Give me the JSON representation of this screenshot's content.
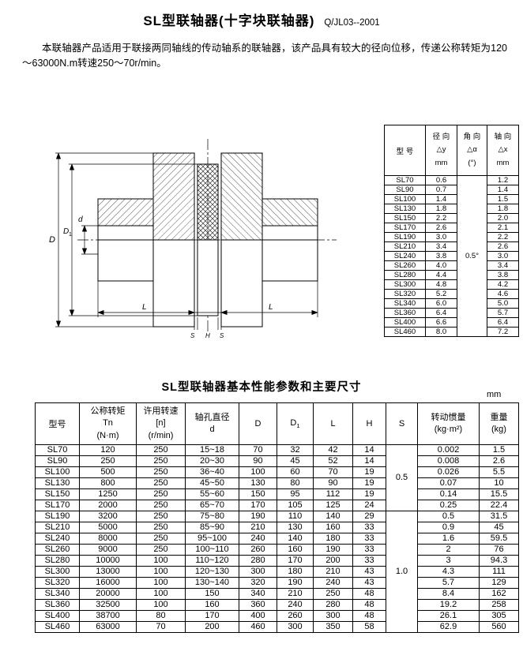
{
  "page": {
    "title": "SL型联轴器(十字块联轴器)",
    "standard_no": "Q/JL03--2001",
    "intro": "本联轴器产品适用于联接两同轴线的传动轴系的联轴器，该产品具有较大的径向位移，传递公称转矩为120～63000N.m转速250～70r/min。"
  },
  "drawing": {
    "dim_D": "D",
    "dim_D1_main": "D",
    "dim_D1_sub": "1",
    "dim_d": "d",
    "dim_L_left": "L",
    "dim_S_left": "S",
    "dim_H": "H",
    "dim_S_right": "S",
    "dim_L_right": "L"
  },
  "tolerance_table": {
    "headers": {
      "model": "型  号",
      "radial": [
        "径 向",
        "△y",
        "mm"
      ],
      "angular": [
        "角 向",
        "△α",
        "(°)"
      ],
      "axial": [
        "轴 向",
        "△x",
        "mm"
      ]
    },
    "angular_value": "0.5°",
    "rows": [
      {
        "model": "SL70",
        "radial": "0.6",
        "axial": "1.2"
      },
      {
        "model": "SL90",
        "radial": "0.7",
        "axial": "1.4"
      },
      {
        "model": "SL100",
        "radial": "1.4",
        "axial": "1.5"
      },
      {
        "model": "SL130",
        "radial": "1.8",
        "axial": "1.8"
      },
      {
        "model": "SL150",
        "radial": "2.2",
        "axial": "2.0"
      },
      {
        "model": "SL170",
        "radial": "2.6",
        "axial": "2.1"
      },
      {
        "model": "SL190",
        "radial": "3.0",
        "axial": "2.2"
      },
      {
        "model": "SL210",
        "radial": "3.4",
        "axial": "2.6"
      },
      {
        "model": "SL240",
        "radial": "3.8",
        "axial": "3.0"
      },
      {
        "model": "SL260",
        "radial": "4.0",
        "axial": "3.4"
      },
      {
        "model": "SL280",
        "radial": "4.4",
        "axial": "3.8"
      },
      {
        "model": "SL300",
        "radial": "4.8",
        "axial": "4.2"
      },
      {
        "model": "SL320",
        "radial": "5.2",
        "axial": "4.6"
      },
      {
        "model": "SL340",
        "radial": "6.0",
        "axial": "5.0"
      },
      {
        "model": "SL360",
        "radial": "6.4",
        "axial": "5.7"
      },
      {
        "model": "SL400",
        "radial": "6.6",
        "axial": "6.4"
      },
      {
        "model": "SL460",
        "radial": "8.0",
        "axial": "7.2"
      }
    ]
  },
  "main_table": {
    "caption": "SL型联轴器基本性能参数和主要尺寸",
    "unit": "mm",
    "headers": {
      "model": "型号",
      "torque": [
        "公称转矩",
        "Tn",
        "(N·m)"
      ],
      "speed": [
        "许用转速",
        "[n]",
        "(r/min)"
      ],
      "bore": [
        "轴孔直径",
        "d"
      ],
      "D": "D",
      "D1_main": "D",
      "D1_sub": "1",
      "L": "L",
      "H": "H",
      "S": "S",
      "inertia": [
        "转动惯量",
        "(kg·m²)"
      ],
      "weight": [
        "重量",
        "(kg)"
      ]
    },
    "s_groups": [
      {
        "value": "0.5",
        "span": 6
      },
      {
        "value": "1.0",
        "span": 11
      }
    ],
    "rows": [
      {
        "model": "SL70",
        "torque": "120",
        "speed": "250",
        "bore": "15~18",
        "D": "70",
        "D1": "32",
        "L": "42",
        "H": "14",
        "inertia": "0.002",
        "weight": "1.5"
      },
      {
        "model": "SL90",
        "torque": "250",
        "speed": "250",
        "bore": "20~30",
        "D": "90",
        "D1": "45",
        "L": "52",
        "H": "14",
        "inertia": "0.008",
        "weight": "2.6"
      },
      {
        "model": "SL100",
        "torque": "500",
        "speed": "250",
        "bore": "36~40",
        "D": "100",
        "D1": "60",
        "L": "70",
        "H": "19",
        "inertia": "0.026",
        "weight": "5.5"
      },
      {
        "model": "SL130",
        "torque": "800",
        "speed": "250",
        "bore": "45~50",
        "D": "130",
        "D1": "80",
        "L": "90",
        "H": "19",
        "inertia": "0.07",
        "weight": "10"
      },
      {
        "model": "SL150",
        "torque": "1250",
        "speed": "250",
        "bore": "55~60",
        "D": "150",
        "D1": "95",
        "L": "112",
        "H": "19",
        "inertia": "0.14",
        "weight": "15.5"
      },
      {
        "model": "SL170",
        "torque": "2000",
        "speed": "250",
        "bore": "65~70",
        "D": "170",
        "D1": "105",
        "L": "125",
        "H": "24",
        "inertia": "0.25",
        "weight": "22.4"
      },
      {
        "model": "SL190",
        "torque": "3200",
        "speed": "250",
        "bore": "75~80",
        "D": "190",
        "D1": "110",
        "L": "140",
        "H": "29",
        "inertia": "0.5",
        "weight": "31.5"
      },
      {
        "model": "SL210",
        "torque": "5000",
        "speed": "250",
        "bore": "85~90",
        "D": "210",
        "D1": "130",
        "L": "160",
        "H": "33",
        "inertia": "0.9",
        "weight": "45"
      },
      {
        "model": "SL240",
        "torque": "8000",
        "speed": "250",
        "bore": "95~100",
        "D": "240",
        "D1": "140",
        "L": "180",
        "H": "33",
        "inertia": "1.6",
        "weight": "59.5"
      },
      {
        "model": "SL260",
        "torque": "9000",
        "speed": "250",
        "bore": "100~110",
        "D": "260",
        "D1": "160",
        "L": "190",
        "H": "33",
        "inertia": "2",
        "weight": "76"
      },
      {
        "model": "SL280",
        "torque": "10000",
        "speed": "100",
        "bore": "110~120",
        "D": "280",
        "D1": "170",
        "L": "200",
        "H": "33",
        "inertia": "3",
        "weight": "94.3"
      },
      {
        "model": "SL300",
        "torque": "13000",
        "speed": "100",
        "bore": "120~130",
        "D": "300",
        "D1": "180",
        "L": "210",
        "H": "43",
        "inertia": "4.3",
        "weight": "111"
      },
      {
        "model": "SL320",
        "torque": "16000",
        "speed": "100",
        "bore": "130~140",
        "D": "320",
        "D1": "190",
        "L": "240",
        "H": "43",
        "inertia": "5.7",
        "weight": "129"
      },
      {
        "model": "SL340",
        "torque": "20000",
        "speed": "100",
        "bore": "150",
        "D": "340",
        "D1": "210",
        "L": "250",
        "H": "48",
        "inertia": "8.4",
        "weight": "162"
      },
      {
        "model": "SL360",
        "torque": "32500",
        "speed": "100",
        "bore": "160",
        "D": "360",
        "D1": "240",
        "L": "280",
        "H": "48",
        "inertia": "19.2",
        "weight": "258"
      },
      {
        "model": "SL400",
        "torque": "38700",
        "speed": "80",
        "bore": "170",
        "D": "400",
        "D1": "260",
        "L": "300",
        "H": "48",
        "inertia": "26.1",
        "weight": "305"
      },
      {
        "model": "SL460",
        "torque": "63000",
        "speed": "70",
        "bore": "200",
        "D": "460",
        "D1": "300",
        "L": "350",
        "H": "58",
        "inertia": "62.9",
        "weight": "560"
      }
    ]
  }
}
